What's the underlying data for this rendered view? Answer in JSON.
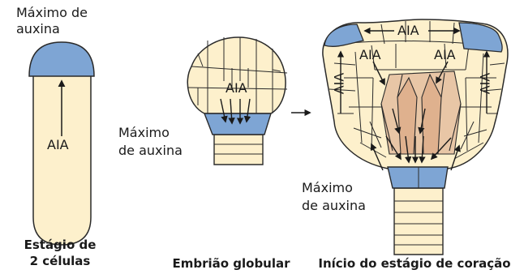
{
  "colors": {
    "cell_fill": "#fdf0cc",
    "auxin_max_fill": "#7ea5d4",
    "provascular_fill": "#e8c6a6",
    "provascular_dark": "#dfb18e",
    "outline": "#2a2a2a"
  },
  "stage1": {
    "max_label_line1": "Máximo de",
    "max_label_line2": "auxina",
    "flow_label": "AIA",
    "caption_line1": "Estágio de",
    "caption_line2": "2 células"
  },
  "stage2": {
    "flow_label": "AIA",
    "max_label_line1": "Máximo",
    "max_label_line2": "de auxina",
    "caption": "Embrião globular"
  },
  "stage3": {
    "top_label": "AIA",
    "inner_left_label": "AIA",
    "inner_right_label": "AIA",
    "side_left_label": "AIA",
    "side_right_label": "AIA",
    "max_label_line1": "Máximo",
    "max_label_line2": "de auxina",
    "caption": "Início do estágio de coração"
  },
  "arrow_icon": "right-arrow-icon"
}
